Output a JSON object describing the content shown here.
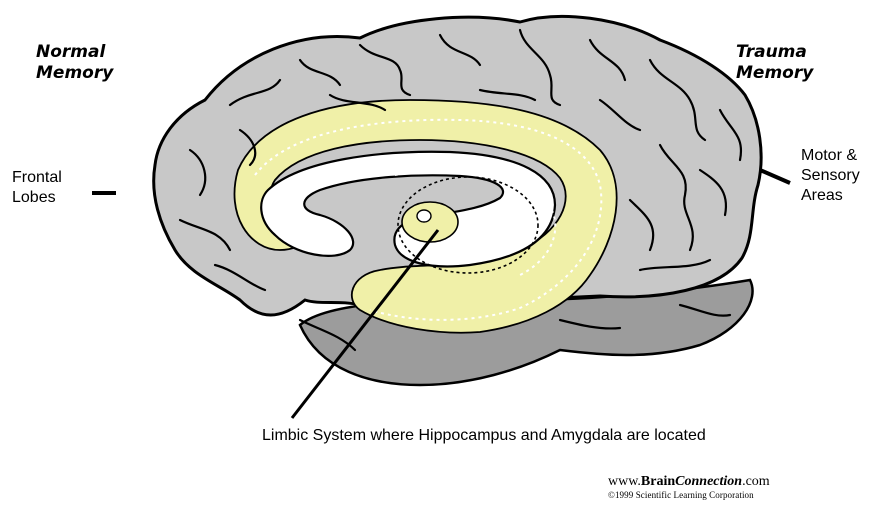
{
  "headings": {
    "left_line1": "Normal",
    "left_line2": "Memory",
    "right_line1": "Trauma",
    "right_line2": "Memory"
  },
  "labels": {
    "frontal_line1": "Frontal",
    "frontal_line2": "Lobes",
    "motor_line1": "Motor &",
    "motor_line2": "Sensory",
    "motor_line3": "Areas",
    "limbic": "Limbic System where Hippocampus and Amygdala are located"
  },
  "credit": {
    "url_prefix": "www.",
    "url_brain": "Brain",
    "url_connection": "Connection",
    "url_suffix": ".com",
    "copyright": "©1999 Scientific Learning Corporation"
  },
  "colors": {
    "cortex": "#c8c8c8",
    "cortex_dark": "#9c9c9c",
    "limbic": "#f0f0a8",
    "outline": "#000000",
    "background": "#ffffff"
  }
}
